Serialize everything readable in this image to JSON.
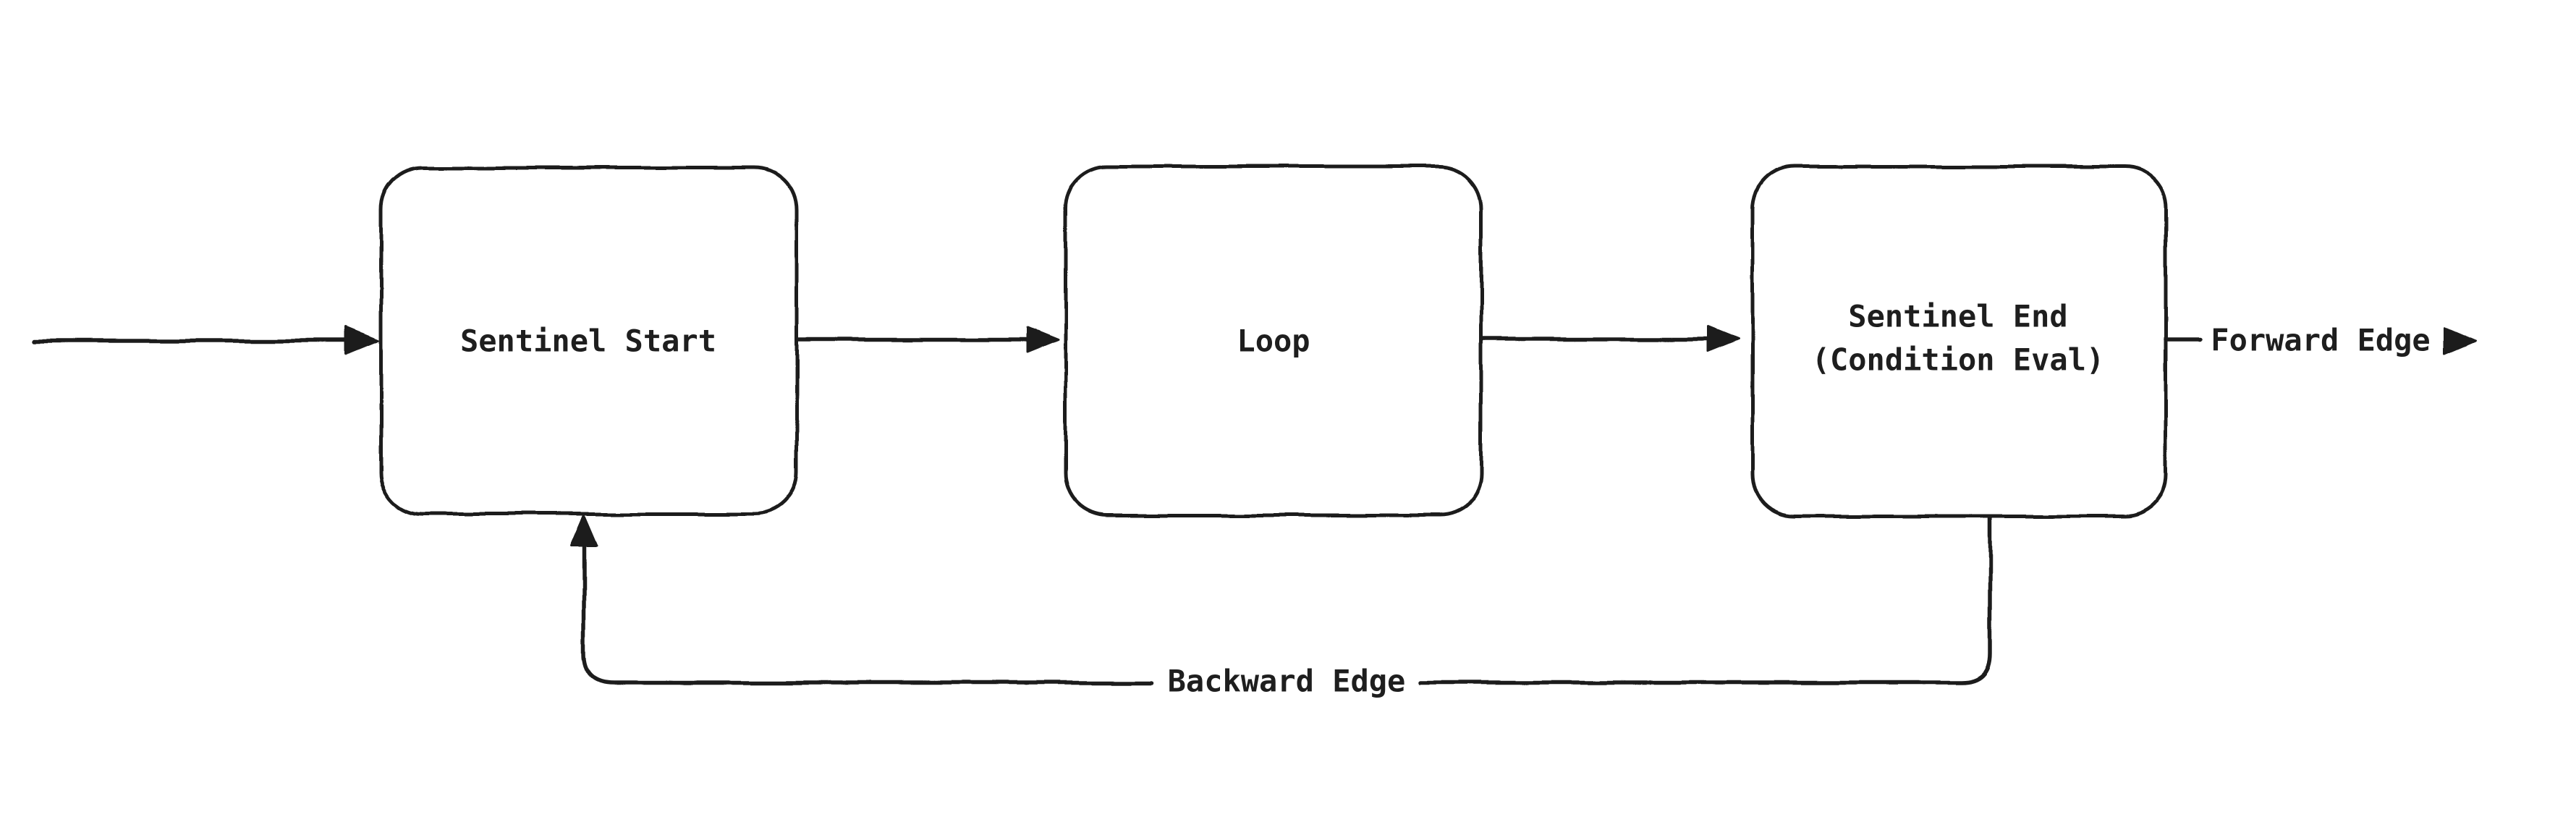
{
  "diagram": {
    "background_color": "#ffffff",
    "stroke_color": "#1e1e1e",
    "style": "hand-drawn-flowchart",
    "nodes": [
      {
        "id": "sentinel-start",
        "label": "Sentinel Start"
      },
      {
        "id": "loop",
        "label": "Loop"
      },
      {
        "id": "sentinel-end",
        "label_lines": [
          "Sentinel End",
          "(Condition Eval)"
        ]
      }
    ],
    "edges": [
      {
        "id": "entry-arrow",
        "from": "outside-left",
        "to": "sentinel-start"
      },
      {
        "id": "start-to-loop-arrow",
        "from": "sentinel-start",
        "to": "loop"
      },
      {
        "id": "loop-to-end-arrow",
        "from": "loop",
        "to": "sentinel-end"
      },
      {
        "id": "forward-edge",
        "from": "sentinel-end",
        "to": "outside-right",
        "label": "Forward Edge"
      },
      {
        "id": "backward-edge",
        "from": "sentinel-end",
        "to": "sentinel-start",
        "label": "Backward Edge"
      }
    ]
  }
}
